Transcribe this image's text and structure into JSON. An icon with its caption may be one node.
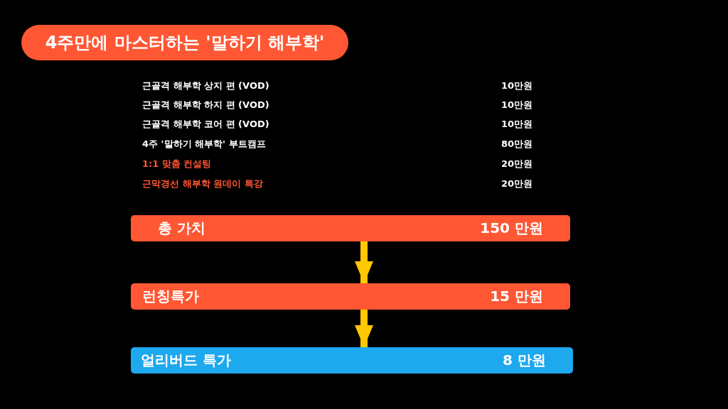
{
  "diagram": {
    "title": "4주만에 마스터하는 '말하기 해부학'",
    "nodes": [
      {
        "text": [
          "총 가치",
          "150 만원"
        ]
      },
      {
        "text": [
          "런칭특가",
          "15 만원"
        ]
      },
      {
        "text": [
          "얼리버드 특가",
          "8 만원"
        ]
      }
    ],
    "edges": [
      {
        "from": 0,
        "to": 1,
        "arrow": "to"
      },
      {
        "from": 1,
        "to": 2,
        "arrow": "to"
      }
    ],
    "labels": [
      "근골격 해부학 상지 편 (VOD)",
      "10만원",
      "근골격 해부학 하지 편 (VOD)",
      "10만원",
      "근골격 해부학 코어 편 (VOD)",
      "10만원",
      "4주 '말하기 해부학' 부트캠프",
      "80만원",
      "1:1 맞춤 컨설팅",
      "20만원",
      "근막경선 해부학 원데이 특강",
      "20만원"
    ]
  }
}
